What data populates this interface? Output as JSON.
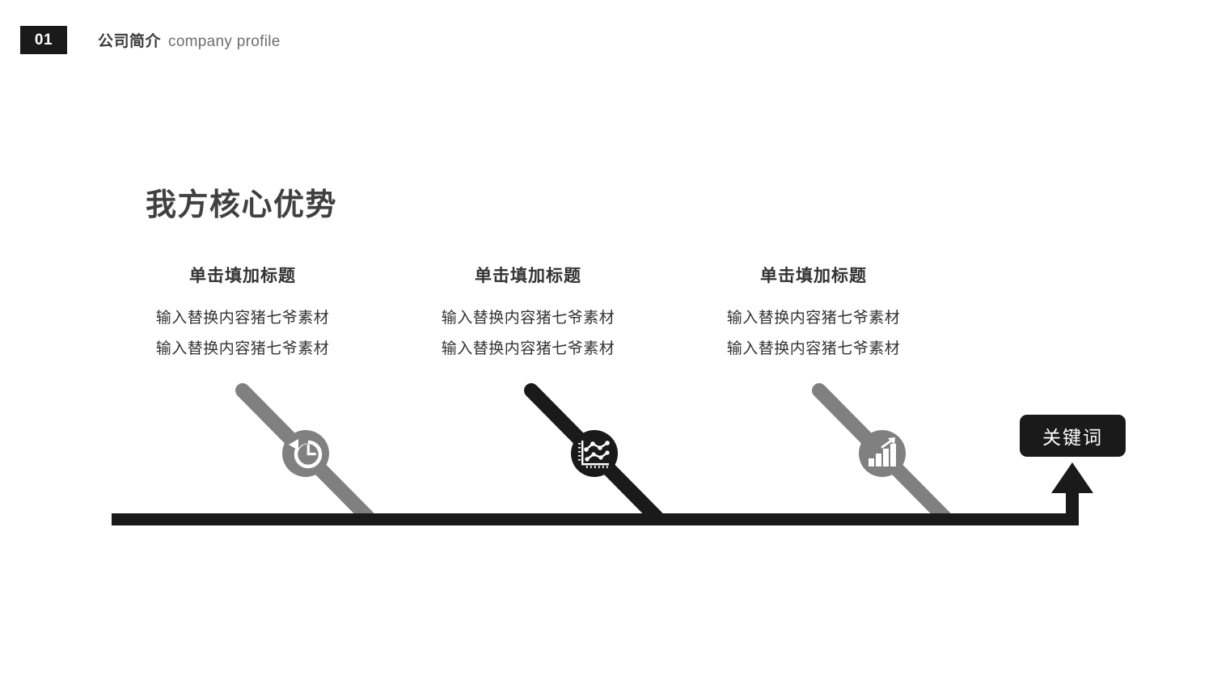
{
  "header": {
    "number": "01",
    "title_cn": "公司简介",
    "title_en": "company profile"
  },
  "main_title": "我方核心优势",
  "columns": [
    {
      "title": "单击填加标题",
      "line1": "输入替换内容猪七爷素材",
      "line2": "输入替换内容猪七爷素材",
      "icon": "clock-rewind-icon",
      "state": "inactive"
    },
    {
      "title": "单击填加标题",
      "line1": "输入替换内容猪七爷素材",
      "line2": "输入替换内容猪七爷素材",
      "icon": "line-chart-icon",
      "state": "active"
    },
    {
      "title": "单击填加标题",
      "line1": "输入替换内容猪七爷素材",
      "line2": "输入替换内容猪七爷素材",
      "icon": "bar-chart-growth-icon",
      "state": "inactive"
    }
  ],
  "keyword_badge": {
    "label": "关键词"
  },
  "colors": {
    "dark": "#1a1a1a",
    "gray": "#808080",
    "title_text": "#404040",
    "body_text": "#333333",
    "header_en_text": "#6e6e6e",
    "white": "#ffffff"
  }
}
